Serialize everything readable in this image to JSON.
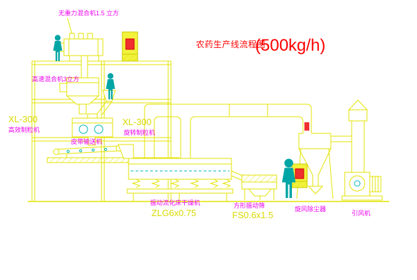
{
  "title": {
    "text": "农药生产线流程图",
    "capacity": "(500kg/h)"
  },
  "equipment_labels": {
    "top_mixer": "无重力混合机1.5 立方",
    "high_speed_mixer": "高速混合机3立方",
    "granulator_left_model": "XL-300",
    "granulator_left_name": "高效制粒机",
    "granulator_right_model": "XL-300",
    "granulator_right_name": "旋转制粒机",
    "belt_conveyor": "皮带输送机",
    "dryer_name": "振动流化床干燥机",
    "dryer_model": "ZLG6x0.75",
    "sieve_name": "方形振动筛",
    "sieve_model": "FS0.6x1.5",
    "cyclone": "旋风除尘器",
    "fan": "引风机"
  },
  "colors": {
    "diagram_line": "#e3e300",
    "model_text": "#d9d900",
    "label_text": "#ee00ee",
    "title_text": "#ff0000",
    "figure_cyan": "#00a5a5",
    "indicator_red": "#f03030",
    "background": "#ffffff"
  }
}
